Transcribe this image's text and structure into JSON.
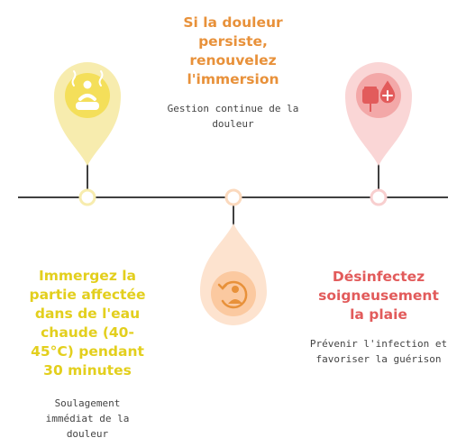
{
  "steps": [
    {
      "title": "Immergez la partie affectée dans de l'eau chaude (40-45°C) pendant 30 minutes",
      "description": "Soulagement immédiat de la douleur",
      "icon": "hot-bath-icon",
      "color": "#e3cf1d"
    },
    {
      "title": "Si la douleur persiste, renouvelez l'immersion",
      "description": "Gestion continue de la douleur",
      "icon": "repeat-person-icon",
      "color": "#e8913a"
    },
    {
      "title": "Désinfectez soigneusement la plaie",
      "description": "Prévenir l'infection et favoriser la guérison",
      "icon": "blood-drop-plus-icon",
      "color": "#e25b5b"
    }
  ]
}
